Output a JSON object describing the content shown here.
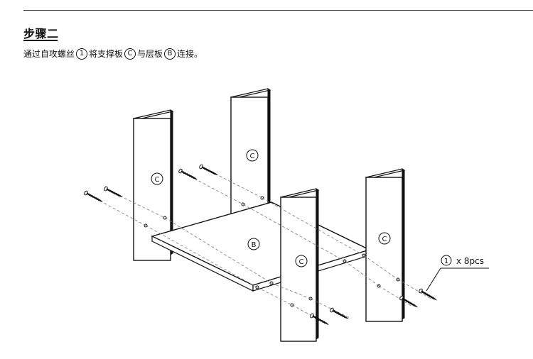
{
  "step": {
    "title": "步骤二"
  },
  "instruction": {
    "part1": "通过自攻螺丝",
    "screw_marker": "1",
    "part2": "将支撑板",
    "support_marker": "C",
    "part3": "与层板",
    "shelf_marker": "B",
    "part4": "连接。"
  },
  "diagram": {
    "panel_labels": {
      "back_left": "C",
      "back_right": "C",
      "front_middle": "C",
      "front_right": "C",
      "shelf": "B"
    },
    "parts_callout": {
      "marker": "1",
      "text": "x 8pcs"
    }
  }
}
